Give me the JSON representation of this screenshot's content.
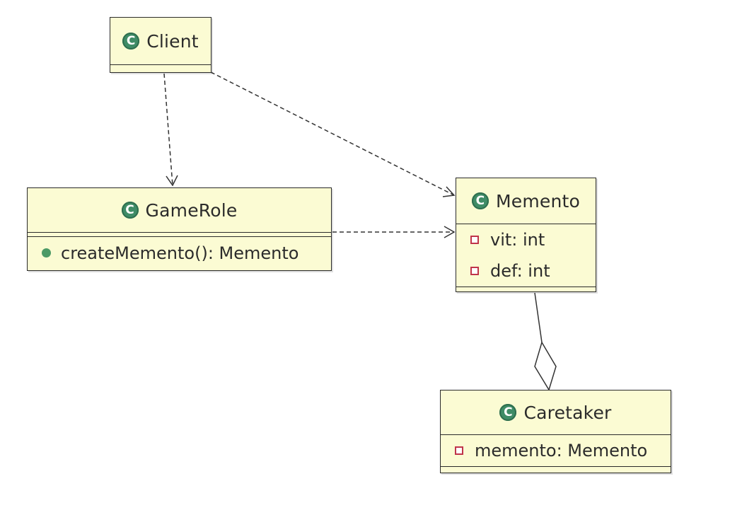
{
  "diagram": {
    "classes": {
      "client": {
        "name": "Client",
        "icon": "class-icon"
      },
      "gamerole": {
        "name": "GameRole",
        "icon": "class-icon",
        "methods": [
          {
            "visibility": "public",
            "text": "createMemento(): Memento"
          }
        ]
      },
      "memento": {
        "name": "Memento",
        "icon": "class-icon",
        "attributes": [
          {
            "visibility": "private",
            "text": "vit: int"
          },
          {
            "visibility": "private",
            "text": "def: int"
          }
        ]
      },
      "caretaker": {
        "name": "Caretaker",
        "icon": "class-icon",
        "attributes": [
          {
            "visibility": "private",
            "text": "memento: Memento"
          }
        ]
      }
    },
    "relations": [
      {
        "from": "Client",
        "to": "GameRole",
        "type": "dependency"
      },
      {
        "from": "Client",
        "to": "Memento",
        "type": "dependency"
      },
      {
        "from": "GameRole",
        "to": "Memento",
        "type": "dependency"
      },
      {
        "from": "Caretaker",
        "to": "Memento",
        "type": "aggregation"
      }
    ],
    "colors": {
      "class_fill": "#fbfbd3",
      "class_icon": "#3f8c66",
      "private_marker": "#c0344a",
      "public_marker": "#4c9a66"
    }
  }
}
